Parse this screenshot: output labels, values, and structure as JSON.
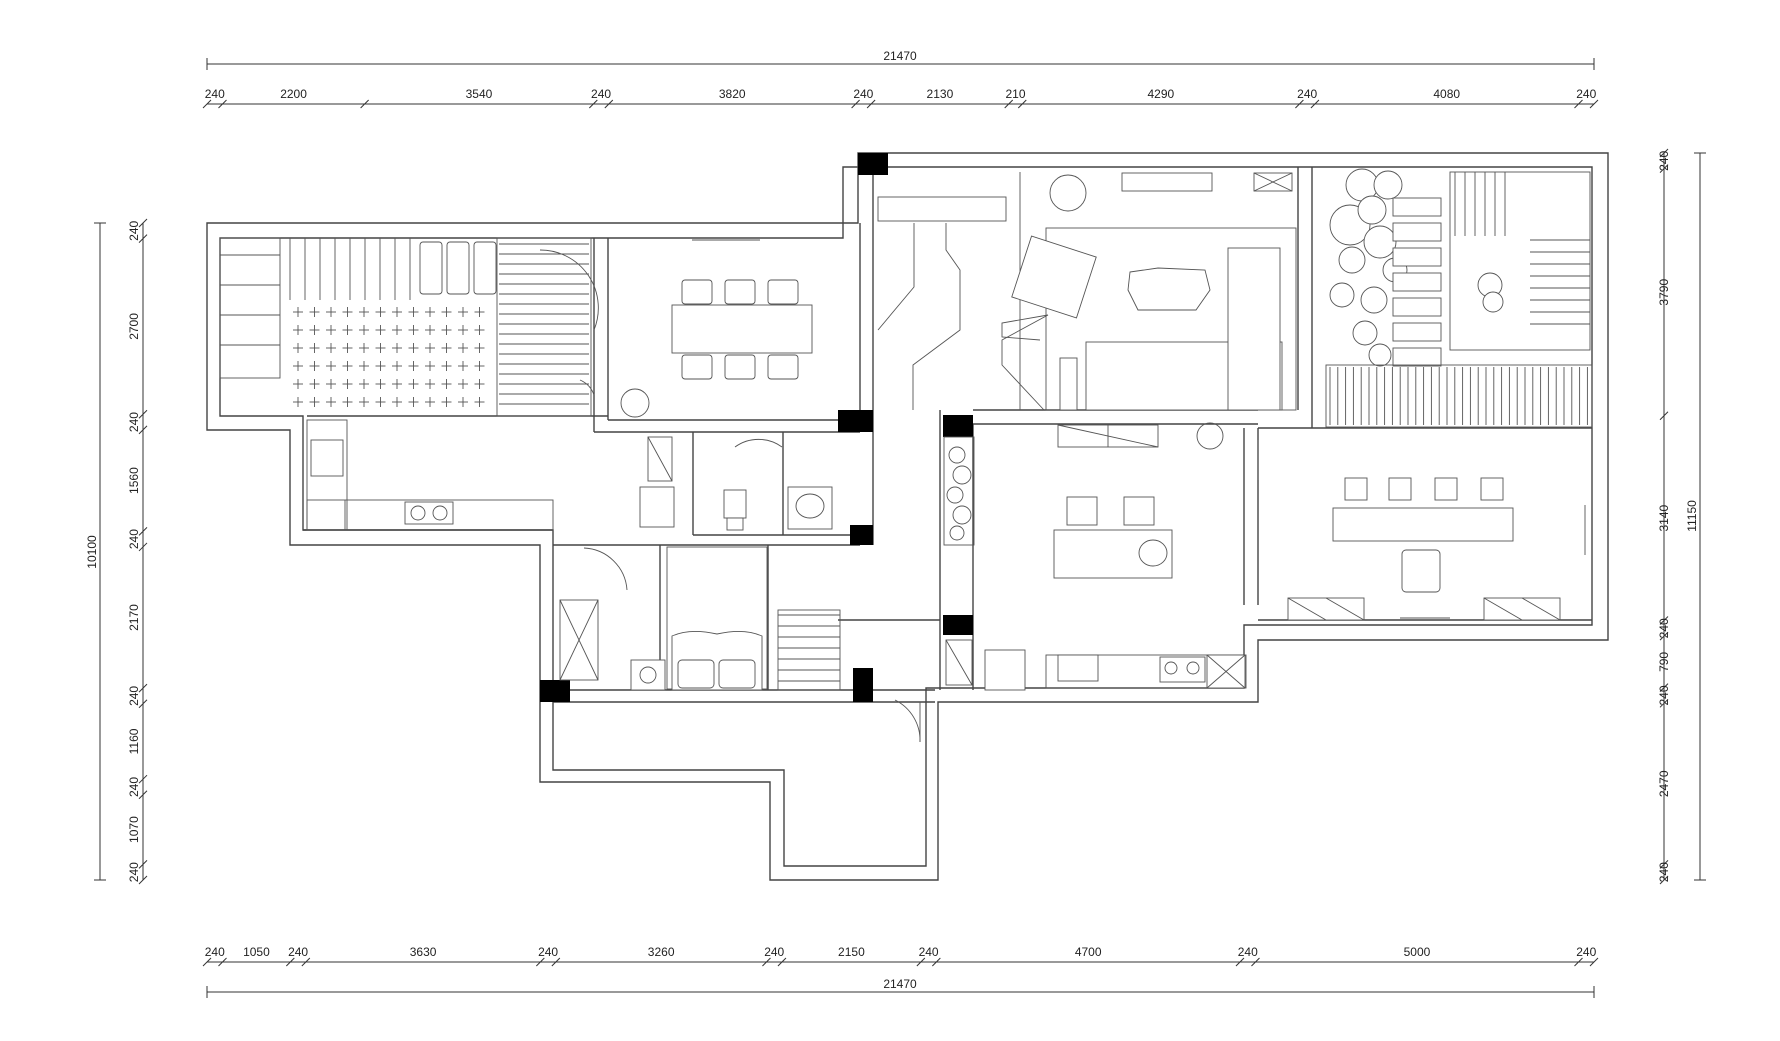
{
  "overall": {
    "top_total": "21470",
    "bottom_total": "21470",
    "left_total": "10100",
    "right_total": "11150"
  },
  "top_dims": [
    "240",
    "2200",
    "3540",
    "240",
    "3820",
    "240",
    "2130",
    "210",
    "4290",
    "240",
    "4080",
    "240"
  ],
  "bottom_dims": [
    "240",
    "1050",
    "240",
    "3630",
    "240",
    "3260",
    "240",
    "2150",
    "240",
    "4700",
    "240",
    "5000",
    "240"
  ],
  "left_dims": [
    "240",
    "2700",
    "240",
    "1560",
    "240",
    "2170",
    "240",
    "1160",
    "240",
    "1070",
    "240"
  ],
  "right_dims": [
    "240",
    "3790",
    "3140",
    "240",
    "790",
    "240",
    "2470",
    "240"
  ]
}
